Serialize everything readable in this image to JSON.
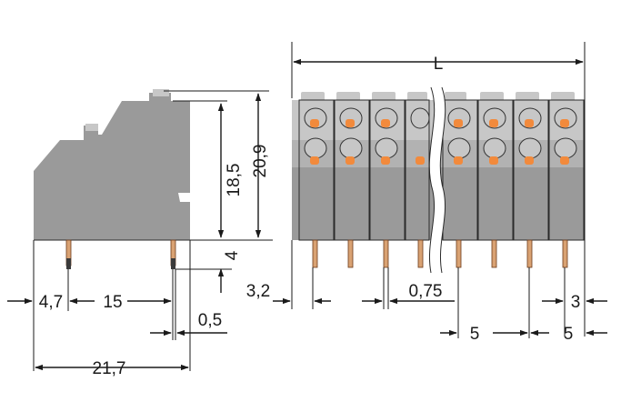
{
  "colors": {
    "housing": "#9a9a9a",
    "housing_light": "#c7c7c7",
    "spring": "#f28a3c",
    "pin": "#d9a273",
    "line": "#1a1a1a"
  },
  "side_view": {
    "height_upper": "18,5",
    "height_total": "20,9",
    "pin_length": "4",
    "offset_left": "4,7",
    "pin_pitch": "15",
    "pin_width": "0,5",
    "depth": "21,7"
  },
  "front_view": {
    "length": "L",
    "edge_offset": "3,2",
    "pin_thickness": "0,75",
    "right_offset": "3",
    "pitch_a": "5",
    "pitch_b": "5"
  }
}
